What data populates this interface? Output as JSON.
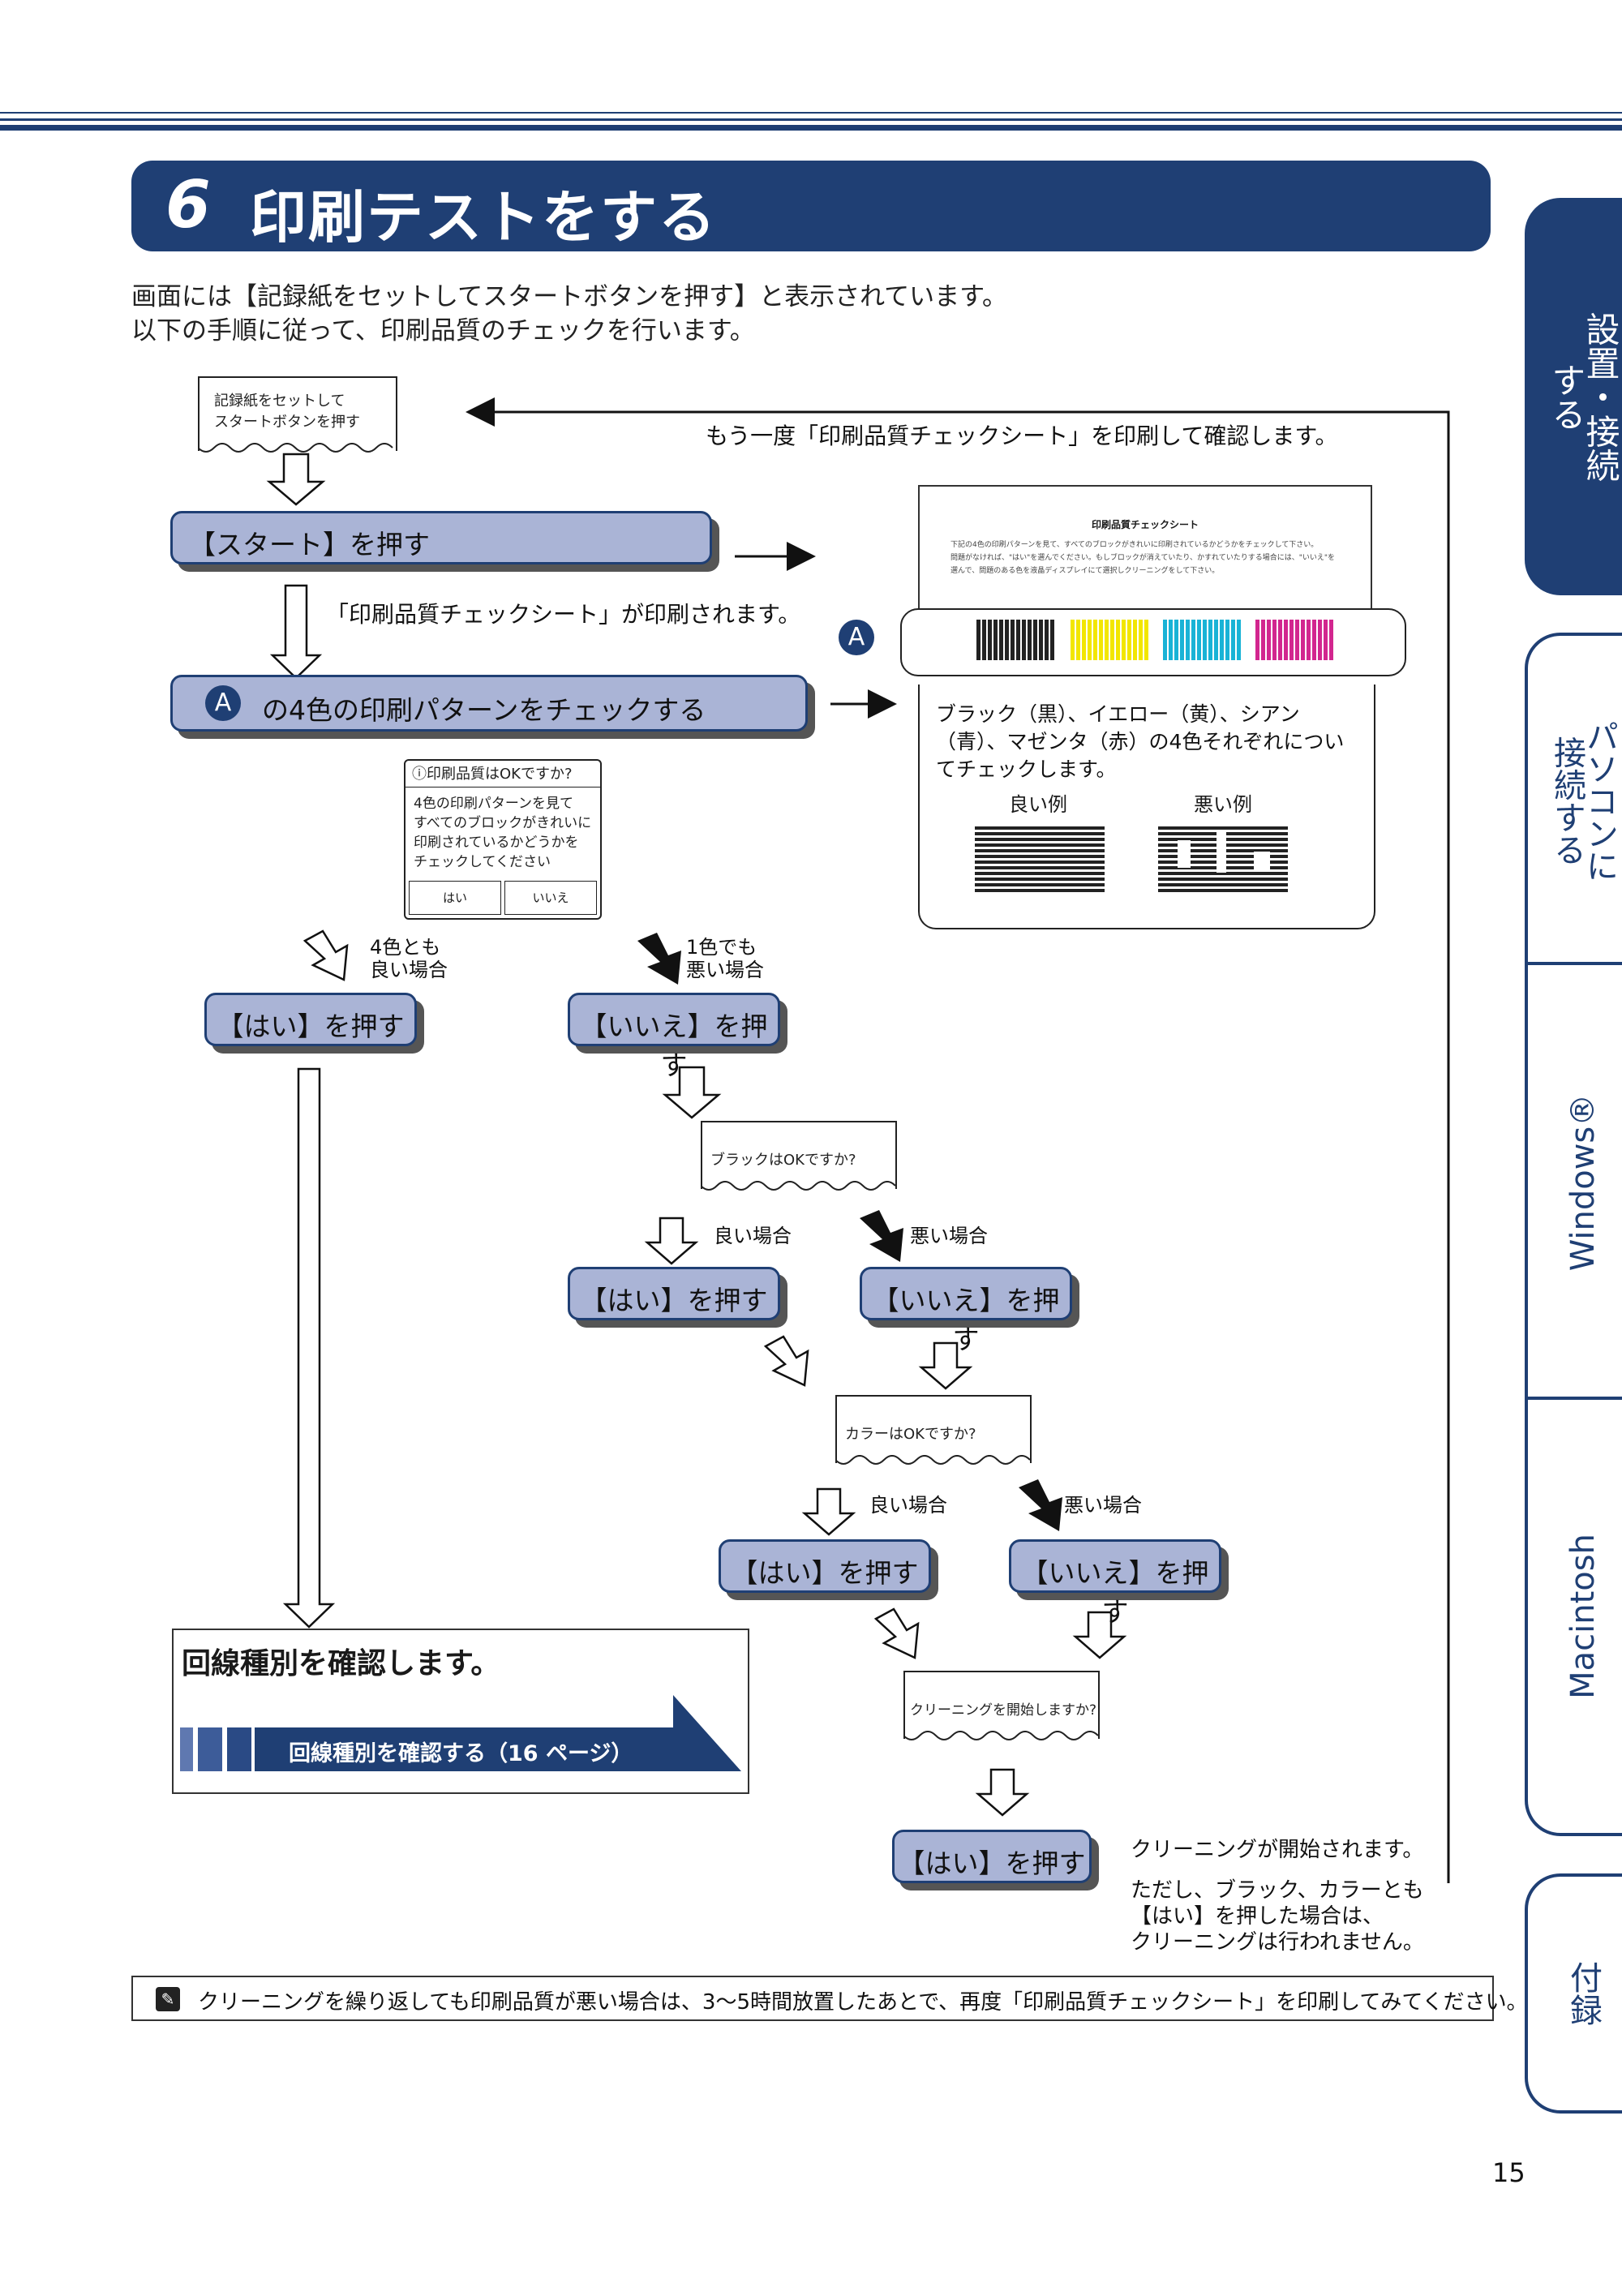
{
  "header": {
    "section_number": "6",
    "title": "印刷テストをする"
  },
  "intro": {
    "line1": "画面には【記録紙をセットしてスタートボタンを押す】と表示されています。",
    "line2": "以下の手順に従って、印刷品質のチェックを行います。"
  },
  "side_tabs": [
    {
      "label": "設置・接続する",
      "active": true
    },
    {
      "label": "パソコンに接続する",
      "active": false
    },
    {
      "label": "Windows®",
      "active": false
    },
    {
      "label": "Macintosh",
      "active": false
    },
    {
      "label": "付録",
      "active": false
    }
  ],
  "flow": {
    "screen1": {
      "line1": "記録紙をセットして",
      "line2": "スタートボタンを押す"
    },
    "reprint_note": "もう一度「印刷品質チェックシート」を印刷して確認します。",
    "step_start": "【スタート】を押す",
    "printed_note": "「印刷品質チェックシート」が印刷されます。",
    "badge": "A",
    "step_check": "の4色の印刷パターンをチェックする",
    "sheet": {
      "title": "印刷品質チェックシート",
      "body1": "下記の4色の印刷パターンを見て、すべてのブロックがきれいに印刷されているかどうかをチェックして下さい。",
      "body2": "問題がなければ、\"はい\"を選んでください。もしブロックが消えていたり、かすれていたりする場合には、\"いいえ\"を",
      "body3": "選んで、問題のある色を液晶ディスプレイにて選択しクリーニングをして下さい。"
    },
    "check_desc": "ブラック（黒）、イエロー（黄）、シアン（青）、マゼンタ（赤）の4色それぞれについてチェックします。",
    "good_example": "良い例",
    "bad_example": "悪い例",
    "lcd": {
      "question": "印刷品質はOKですか?",
      "body1": "4色の印刷パターンを見て",
      "body2": "すべてのブロックがきれいに",
      "body3": "印刷されているかどうかを",
      "body4": "チェックしてください",
      "yes": "はい",
      "no": "いいえ"
    },
    "branch_all_ok": {
      "line1": "4色とも",
      "line2": "良い場合"
    },
    "branch_any_bad": {
      "line1": "1色でも",
      "line2": "悪い場合"
    },
    "yes_button": "【はい】を押す",
    "no_button": "【いいえ】を押す",
    "black_question": "ブラックはOKですか?",
    "good_case": "良い場合",
    "bad_case": "悪い場合",
    "color_question": "カラーはOKですか?",
    "cleaning_question": "クリーニングを開始しますか?",
    "cleaning_start": "クリーニングが開始されます。",
    "cleaning_note1": "ただし、ブラック、カラーとも",
    "cleaning_note2": "【はい】を押した場合は、",
    "cleaning_note3": "クリーニングは行われません。"
  },
  "check_line": {
    "heading": "回線種別を確認します。",
    "link": "回線種別を確認する（16 ページ）"
  },
  "note": "クリーニングを繰り返しても印刷品質が悪い場合は、3～5時間放置したあとで、再度「印刷品質チェックシート」を印刷してみてください。",
  "page_number": "15",
  "colors": {
    "navy": "#1f3f74",
    "button_fill": "#aab4d6",
    "black": "#222222",
    "yellow": "#f2e600",
    "cyan": "#19b3d6",
    "magenta": "#d2268f"
  }
}
